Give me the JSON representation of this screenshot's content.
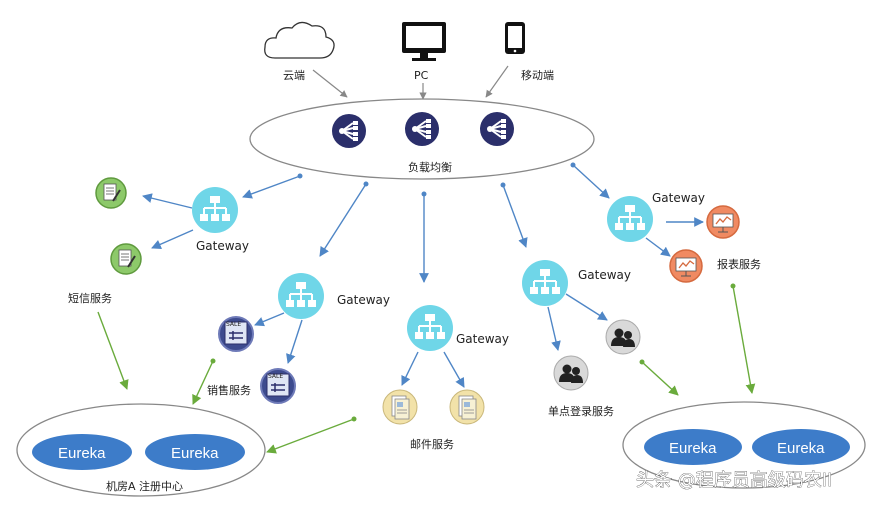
{
  "top_devices": {
    "cloud_label": "云端",
    "pc_label": "PC",
    "mobile_label": "移动端"
  },
  "load_balancer": {
    "label": "负载均衡"
  },
  "gateway_label": "Gateway",
  "services": {
    "sms": "短信服务",
    "sales": "销售服务",
    "mail": "邮件服务",
    "sso": "单点登录服务",
    "report": "报表服务"
  },
  "registry": {
    "left_label": "机房A 注册中心",
    "eureka_label": "Eureka"
  },
  "sale_badge": "SALE",
  "watermark": "头条 @程序员高级码农II",
  "colors": {
    "lb_icon": "#2b2f6b",
    "gateway": "#6fd6e8",
    "sms": "#8dc96a",
    "sales": "#3d4b8e",
    "mail": "#f2e2a9",
    "sso": "#d9d9d9",
    "report": "#f08a62",
    "eureka": "#3d7cc9",
    "arrow_blue": "#4f86c6",
    "arrow_green": "#6aab3c"
  }
}
